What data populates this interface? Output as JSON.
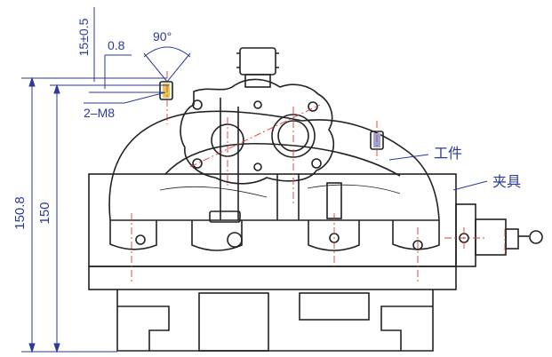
{
  "dimensions": {
    "overall_height": "150.8",
    "base_height": "150",
    "hole_depth_tol": "15±0.5",
    "chamfer": "0.8",
    "thread_callout": "2–M8",
    "countersink_angle": "90°"
  },
  "callouts": {
    "workpiece": "工件",
    "fixture": "夹具"
  },
  "colors": {
    "line": "#222222",
    "dimension": "#2a3a9a",
    "centerline": "#e03a3a",
    "highlight": "#e8c84a"
  }
}
